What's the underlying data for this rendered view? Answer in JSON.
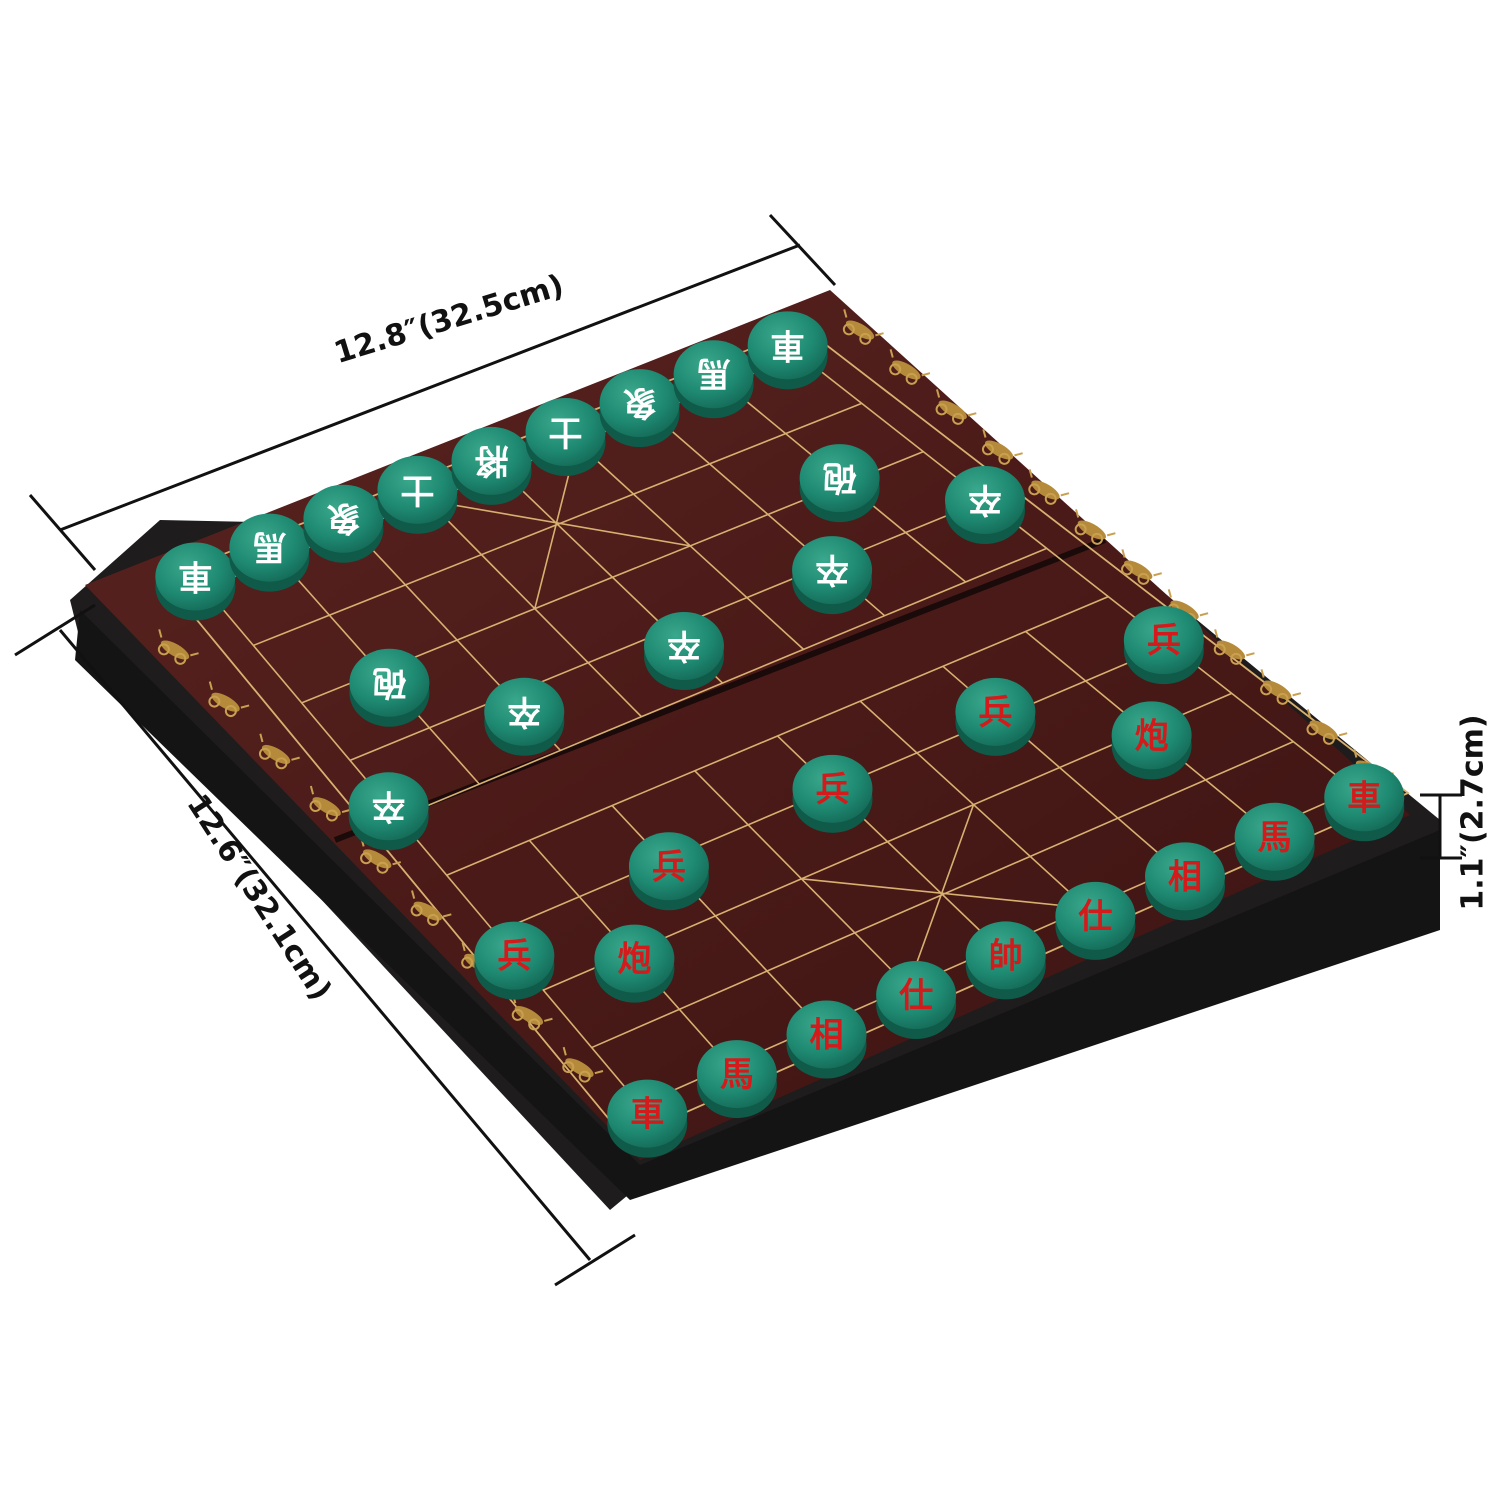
{
  "dimensions": {
    "width": "12.8″(32.5cm)",
    "depth": "12.6″(32.1cm)",
    "height": "1.1″(2.7cm)"
  },
  "colors": {
    "board_top": "#4a1a18",
    "board_edge": "#1c1a1a",
    "grid_line": "#d8b070",
    "piece_face": "#1f8a72",
    "piece_side": "#0f5a48",
    "white_text": "#ffffff",
    "red_text": "#d41a1a"
  },
  "pieces": {
    "white_back_row": [
      "車",
      "馬",
      "象",
      "士",
      "將",
      "士",
      "象",
      "馬",
      "車"
    ],
    "white_other": [
      "砲",
      "砲",
      "卒",
      "卒",
      "卒",
      "卒",
      "卒"
    ],
    "red_back_row": [
      "車",
      "馬",
      "相",
      "仕",
      "帥",
      "仕",
      "相",
      "馬",
      "車"
    ],
    "red_other": [
      "炮",
      "炮",
      "兵",
      "兵",
      "兵",
      "兵",
      "兵"
    ]
  },
  "decorations": {
    "border_motif": "chariot-horse-icon"
  }
}
